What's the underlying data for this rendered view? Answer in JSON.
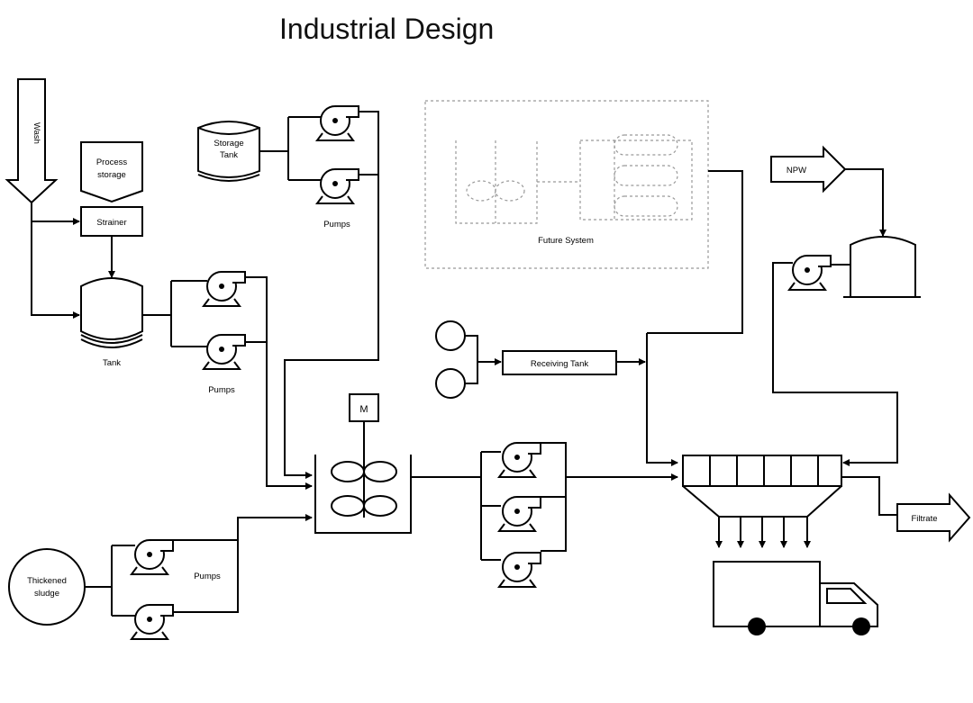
{
  "title": "Industrial Design",
  "labels": {
    "wash": "Wash",
    "process_storage_line1": "Process",
    "process_storage_line2": "storage",
    "strainer": "Strainer",
    "tank": "Tank",
    "storage_tank_line1": "Storage",
    "storage_tank_line2": "Tank",
    "pumps_top": "Pumps",
    "pumps_mid": "Pumps",
    "pumps_bottom": "Pumps",
    "future_system": "Future System",
    "receiving_tank": "Receiving Tank",
    "mixer_motor": "M",
    "thickened_sludge_line1": "Thickened",
    "thickened_sludge_line2": "sludge",
    "npw": "NPW",
    "filtrate": "Filtrate"
  }
}
